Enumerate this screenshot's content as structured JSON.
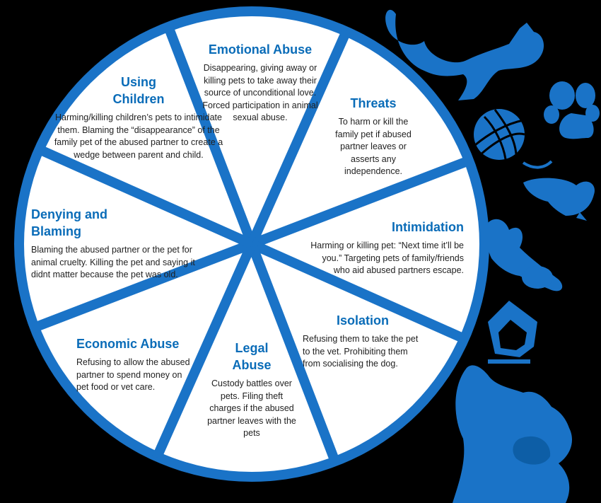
{
  "colors": {
    "accent": "#1a73c7",
    "heading": "#0a6cb8",
    "background": "#000000",
    "segment": "#ffffff"
  },
  "segments": [
    {
      "key": "emotional",
      "title": "Emotional Abuse",
      "body": "Disappearing, giving away or killing pets to take away their source of unconditional love. Forced participation in animal sexual abuse."
    },
    {
      "key": "threats",
      "title": "Threats",
      "body": "To harm or kill the family pet if abused partner leaves or asserts any independence."
    },
    {
      "key": "intimidation",
      "title": "Intimidation",
      "body": "Harming or killing pet: “Next time it’ll be you.” Targeting pets of family/friends who aid abused partners escape."
    },
    {
      "key": "isolation",
      "title": "Isolation",
      "body": "Refusing them to take the pet to the vet. Prohibiting them from socialising the dog."
    },
    {
      "key": "legal",
      "title": "Legal Abuse",
      "body": "Custody battles over pets. Filing theft charges if the abused partner leaves with the pets"
    },
    {
      "key": "economic",
      "title": "Economic Abuse",
      "body": "Refusing to allow the abused partner to spend money on pet food or vet care."
    },
    {
      "key": "denying",
      "title": "Denying and Blaming",
      "body": "Blaming the abused partner or the pet for animal cruelty. Killing the pet and saying it didnt matter because the pet was old."
    },
    {
      "key": "children",
      "title": "Using Children",
      "body": "Harming/killing children’s pets to intimidate them. Blaming the “disappearance” of the family pet of the abused partner to create a wedge between parent and child."
    }
  ],
  "decorations": [
    "cat-icon",
    "paw-print-icon",
    "yarn-ball-icon",
    "bird-icon",
    "rabbit-icon",
    "birdhouse-icon",
    "dog-icon"
  ]
}
